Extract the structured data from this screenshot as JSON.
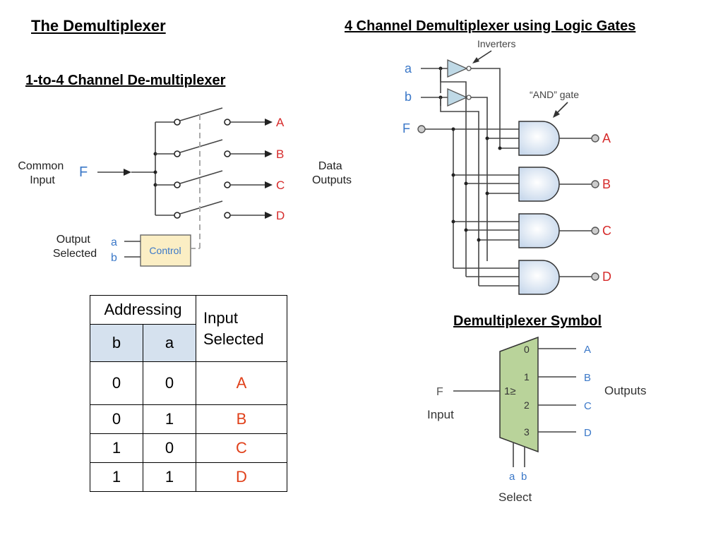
{
  "title_left": "The Demultiplexer",
  "title_right": "4 Channel Demultiplexer using Logic Gates",
  "subtitle_left": "1-to-4 Channel De-multiplexer",
  "symbol_title": "Demultiplexer Symbol",
  "switch_diagram": {
    "common_input": "Common\nInput",
    "input_letter": "F",
    "data_outputs": "Data\nOutputs",
    "outputs": [
      "A",
      "B",
      "C",
      "D"
    ],
    "output_selected": "Output\nSelected",
    "select_a": "a",
    "select_b": "b",
    "control": "Control"
  },
  "gate_diagram": {
    "input_a": "a",
    "input_b": "b",
    "input_f": "F",
    "inverters_label": "Inverters",
    "and_gate_label": "“AND” gate",
    "outputs": [
      "A",
      "B",
      "C",
      "D"
    ]
  },
  "truth_table": {
    "header_group": "Addressing",
    "header_input": "Input Selected",
    "col_b": "b",
    "col_a": "a",
    "rows": [
      {
        "b": "0",
        "a": "0",
        "out": "A"
      },
      {
        "b": "0",
        "a": "1",
        "out": "B"
      },
      {
        "b": "1",
        "a": "0",
        "out": "C"
      },
      {
        "b": "1",
        "a": "1",
        "out": "D"
      }
    ]
  },
  "symbol": {
    "input_letter": "F",
    "input_label": "Input",
    "inner_label": "1≥",
    "port_numbers": [
      "0",
      "1",
      "2",
      "3"
    ],
    "outputs": [
      "A",
      "B",
      "C",
      "D"
    ],
    "outputs_label": "Outputs",
    "select_a": "a",
    "select_b": "b",
    "select_label": "Select"
  },
  "colors": {
    "output_red": "#d62b2b",
    "input_blue": "#3b78c8",
    "gate_fill": "#dbe6f3",
    "control_fill": "#fbeec4",
    "mux_fill": "#b9d39a",
    "table_header_fill": "#d5e1ee"
  }
}
